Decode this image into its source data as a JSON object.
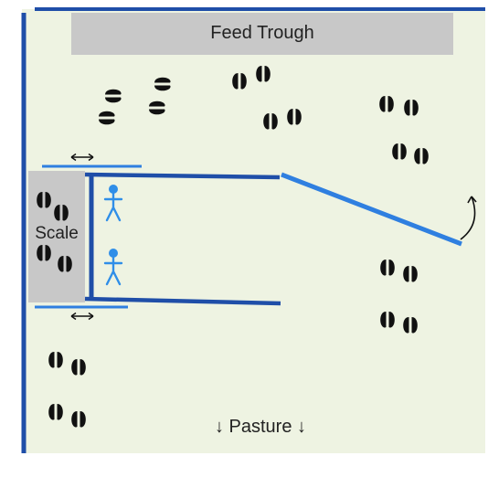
{
  "labels": {
    "feed_trough": "Feed Trough",
    "scale": "Scale",
    "pasture": "↓ Pasture ↓"
  },
  "colors": {
    "background": "#eef3e2",
    "fence_dark": "#1f4ea8",
    "fence_light": "#2f7fe0",
    "trough_fill": "#c8c8c8",
    "scale_fill": "#c8c8c8",
    "person": "#2f8ee8",
    "hoof": "#111111"
  },
  "icons": {
    "hoof": "cattle-hoofprint-icon",
    "person": "person-icon",
    "double_arrow": "double-headed-arrow-icon",
    "gate_swing": "curved-arrow-icon"
  }
}
